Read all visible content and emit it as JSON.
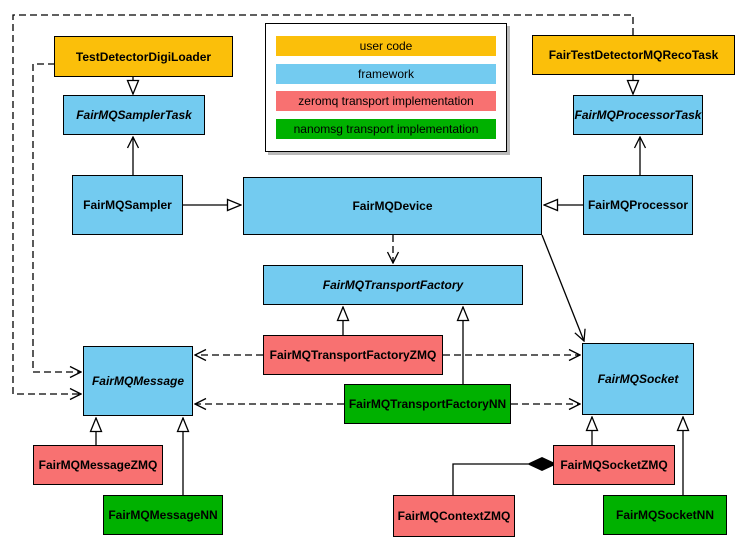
{
  "legend": {
    "items": [
      {
        "label": "user code",
        "color": "#FBBF0A",
        "category": "user-code"
      },
      {
        "label": "framework",
        "color": "#73CBF0",
        "category": "framework"
      },
      {
        "label": "zeromq transport implementation",
        "color": "#F87171",
        "category": "zeromq"
      },
      {
        "label": "nanomsg transport implementation",
        "color": "#00B100",
        "category": "nanomsg"
      }
    ]
  },
  "colors": {
    "user_code": "#FBBF0A",
    "framework": "#73CBF0",
    "zeromq": "#F87171",
    "nanomsg": "#00B100",
    "line": "#000000",
    "background": "#FFFFFF"
  },
  "nodes": {
    "digiloader": {
      "label": "TestDetectorDigiLoader",
      "category": "user-code",
      "abstract": false
    },
    "recotask": {
      "label": "FairTestDetectorMQRecoTask",
      "category": "user-code",
      "abstract": false
    },
    "samplertask": {
      "label": "FairMQSamplerTask",
      "category": "framework",
      "abstract": true
    },
    "processortask": {
      "label": "FairMQProcessorTask",
      "category": "framework",
      "abstract": true
    },
    "sampler": {
      "label": "FairMQSampler",
      "category": "framework",
      "abstract": false
    },
    "processor": {
      "label": "FairMQProcessor",
      "category": "framework",
      "abstract": false
    },
    "device": {
      "label": "FairMQDevice",
      "category": "framework",
      "abstract": false
    },
    "transportfactory": {
      "label": "FairMQTransportFactory",
      "category": "framework",
      "abstract": true
    },
    "transportfactoryzmq": {
      "label": "FairMQTransportFactoryZMQ",
      "category": "zeromq",
      "abstract": false
    },
    "transportfactorynn": {
      "label": "FairMQTransportFactoryNN",
      "category": "nanomsg",
      "abstract": false
    },
    "message": {
      "label": "FairMQMessage",
      "category": "framework",
      "abstract": true
    },
    "messagezmq": {
      "label": "FairMQMessageZMQ",
      "category": "zeromq",
      "abstract": false
    },
    "messagenn": {
      "label": "FairMQMessageNN",
      "category": "nanomsg",
      "abstract": false
    },
    "socket": {
      "label": "FairMQSocket",
      "category": "framework",
      "abstract": true
    },
    "socketzmq": {
      "label": "FairMQSocketZMQ",
      "category": "zeromq",
      "abstract": false
    },
    "socketnn": {
      "label": "FairMQSocketNN",
      "category": "nanomsg",
      "abstract": false
    },
    "contextzmq": {
      "label": "FairMQContextZMQ",
      "category": "zeromq",
      "abstract": false
    }
  },
  "edges": [
    {
      "from": "TestDetectorDigiLoader",
      "to": "FairMQSamplerTask",
      "type": "inheritance"
    },
    {
      "from": "FairTestDetectorMQRecoTask",
      "to": "FairMQProcessorTask",
      "type": "inheritance"
    },
    {
      "from": "FairMQSampler",
      "to": "FairMQDevice",
      "type": "inheritance"
    },
    {
      "from": "FairMQProcessor",
      "to": "FairMQDevice",
      "type": "inheritance"
    },
    {
      "from": "FairMQSampler",
      "to": "FairMQSamplerTask",
      "type": "association"
    },
    {
      "from": "FairMQProcessor",
      "to": "FairMQProcessorTask",
      "type": "association"
    },
    {
      "from": "FairMQDevice",
      "to": "FairMQSocket",
      "type": "association"
    },
    {
      "from": "FairMQDevice",
      "to": "FairMQTransportFactory",
      "type": "dependency"
    },
    {
      "from": "TestDetectorDigiLoader",
      "to": "FairMQMessage",
      "type": "dependency"
    },
    {
      "from": "FairTestDetectorMQRecoTask",
      "to": "FairMQMessage",
      "type": "dependency"
    },
    {
      "from": "FairMQTransportFactoryZMQ",
      "to": "FairMQTransportFactory",
      "type": "inheritance"
    },
    {
      "from": "FairMQTransportFactoryNN",
      "to": "FairMQTransportFactory",
      "type": "inheritance"
    },
    {
      "from": "FairMQTransportFactoryZMQ",
      "to": "FairMQMessage",
      "type": "dependency"
    },
    {
      "from": "FairMQTransportFactoryZMQ",
      "to": "FairMQSocket",
      "type": "dependency"
    },
    {
      "from": "FairMQTransportFactoryNN",
      "to": "FairMQMessage",
      "type": "dependency"
    },
    {
      "from": "FairMQTransportFactoryNN",
      "to": "FairMQSocket",
      "type": "dependency"
    },
    {
      "from": "FairMQMessageZMQ",
      "to": "FairMQMessage",
      "type": "inheritance"
    },
    {
      "from": "FairMQMessageNN",
      "to": "FairMQMessage",
      "type": "inheritance"
    },
    {
      "from": "FairMQSocketZMQ",
      "to": "FairMQSocket",
      "type": "inheritance"
    },
    {
      "from": "FairMQSocketNN",
      "to": "FairMQSocket",
      "type": "inheritance"
    },
    {
      "from": "FairMQContextZMQ",
      "to": "FairMQSocketZMQ",
      "type": "composition"
    }
  ]
}
